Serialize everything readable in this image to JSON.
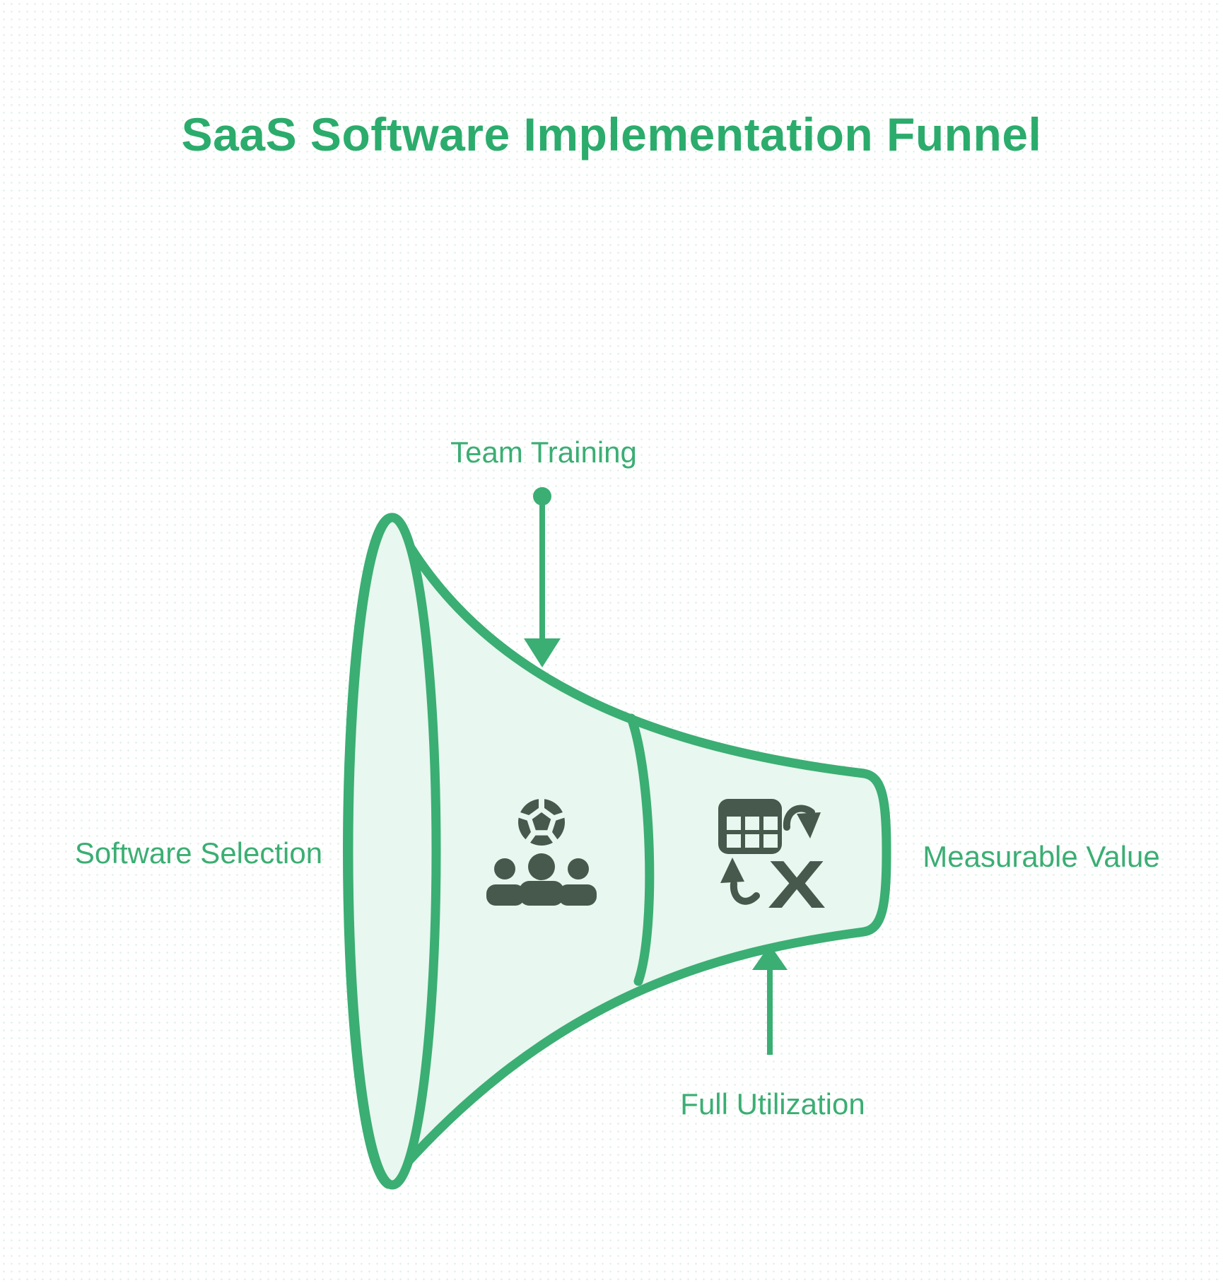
{
  "title": "SaaS Software Implementation Funnel",
  "stages": {
    "team_training": "Team Training",
    "software_selection": "Software Selection",
    "measurable_value": "Measurable Value",
    "full_utilization": "Full Utilization"
  },
  "icons": {
    "team_training": "soccer-ball-over-team-icon",
    "measurable_value": "table-conversion-x-icon"
  },
  "x_glyph": "X",
  "colors": {
    "accent": "#3BAE73",
    "title": "#2BAC6C",
    "funnel-fill": "#E8F7EF",
    "icon": "#47594D",
    "dot": "#E3F2E9",
    "background": "#FFFFFF"
  }
}
